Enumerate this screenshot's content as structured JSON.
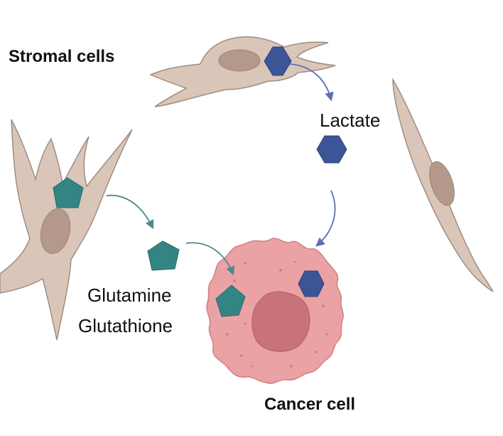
{
  "labels": {
    "stromal_cells": "Stromal cells",
    "lactate": "Lactate",
    "glutamine": "Glutamine",
    "glutathione": "Glutathione",
    "cancer_cell": "Cancer cell"
  },
  "colors": {
    "stromal_cell_fill": "#d9c6b8",
    "stromal_cell_stroke": "#a08d80",
    "stromal_nucleus": "#b4998a",
    "cancer_cell_fill": "#eba2a4",
    "cancer_cell_stroke": "#cf7f82",
    "cancer_nucleus": "#c8727a",
    "lactate_hexagon": "#3c5597",
    "glutamine_pentagon": "#338584",
    "lactate_arrow": "#5f6fb5",
    "glutamine_arrow": "#4d8a8d",
    "text": "#111111"
  },
  "icons": {
    "lactate": "hexagon",
    "glutamine": "pentagon"
  }
}
